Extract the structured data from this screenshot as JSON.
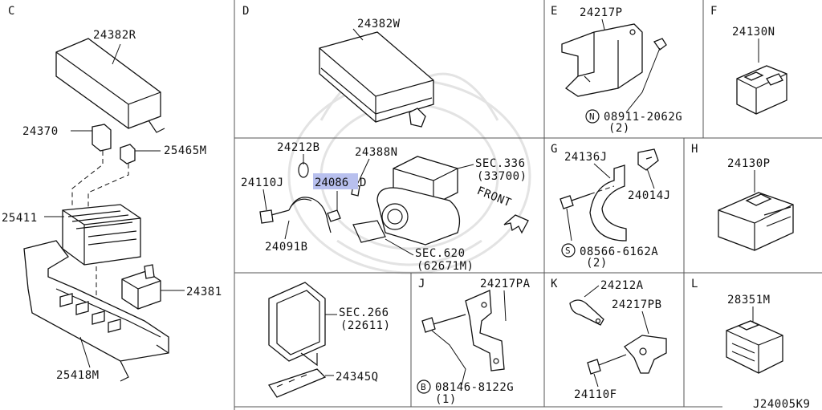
{
  "sections": {
    "C": "C",
    "D": "D",
    "E": "E",
    "F": "F",
    "G": "G",
    "H": "H",
    "J": "J",
    "K": "K",
    "L": "L"
  },
  "parts": {
    "p24382R": "24382R",
    "p24370": "24370",
    "p25465M": "25465M",
    "p25411": "25411",
    "p24381": "24381",
    "p25418M": "25418M",
    "p24382W": "24382W",
    "p24212B": "24212B",
    "p24388N": "24388N",
    "p24110J": "24110J",
    "p24086D_a": "24086",
    "p24086D_b": "D",
    "p24091B": "24091B",
    "sec336": "SEC.336",
    "sec336b": "(33700)",
    "sec620": "SEC.620",
    "sec620b": "(62671M)",
    "front": "FRONT",
    "p24217P": "24217P",
    "p08911": "08911-2062G",
    "p08911q": "(2)",
    "p24130N": "24130N",
    "p24136J": "24136J",
    "p24014J": "24014J",
    "p08566": "08566-6162A",
    "p08566q": "(2)",
    "p24130P": "24130P",
    "sec266": "SEC.266",
    "sec266b": "(22611)",
    "p24345Q": "24345Q",
    "p24217PA": "24217PA",
    "p08146": "08146-8122G",
    "p08146q": "(1)",
    "p24212A": "24212A",
    "p24217PB": "24217PB",
    "p24110F": "24110F",
    "p28351M": "28351M",
    "ref": "J24005K9"
  },
  "circled": {
    "N": "N",
    "S": "S",
    "B": "B"
  },
  "highlight_color": "#b8c0ee"
}
